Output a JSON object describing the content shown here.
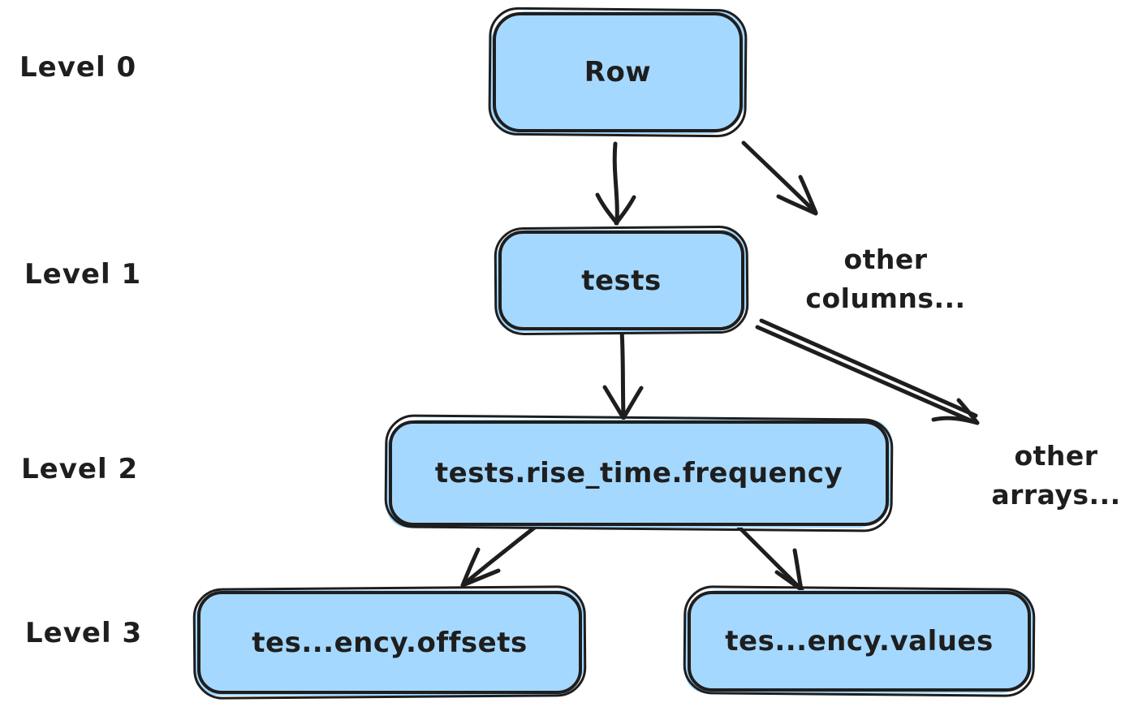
{
  "diagram": {
    "title_hint": "nested column tree",
    "colors": {
      "node_fill": "#a5d8ff",
      "stroke": "#1e1e1e",
      "text": "#1e1e1e",
      "background": "#ffffff"
    },
    "levels": [
      {
        "label": "Level 0"
      },
      {
        "label": "Level 1"
      },
      {
        "label": "Level 2"
      },
      {
        "label": "Level 3"
      }
    ],
    "nodes": [
      {
        "id": "row",
        "level": 0,
        "label": "Row"
      },
      {
        "id": "tests",
        "level": 1,
        "label": "tests"
      },
      {
        "id": "tests-rise-time-frequency",
        "level": 2,
        "label": "tests.rise_time.frequency"
      },
      {
        "id": "offsets",
        "level": 3,
        "label": "tes...ency.offsets"
      },
      {
        "id": "values",
        "level": 3,
        "label": "tes...ency.values"
      }
    ],
    "annotations": [
      {
        "id": "other-columns",
        "line1": "other",
        "line2": "columns..."
      },
      {
        "id": "other-arrays",
        "line1": "other",
        "line2": "arrays..."
      }
    ],
    "edges": [
      {
        "from": "row",
        "to": "tests"
      },
      {
        "from": "row",
        "to": "other-columns"
      },
      {
        "from": "tests",
        "to": "tests-rise-time-frequency"
      },
      {
        "from": "tests",
        "to": "other-arrays"
      },
      {
        "from": "tests-rise-time-frequency",
        "to": "offsets"
      },
      {
        "from": "tests-rise-time-frequency",
        "to": "values"
      }
    ]
  }
}
